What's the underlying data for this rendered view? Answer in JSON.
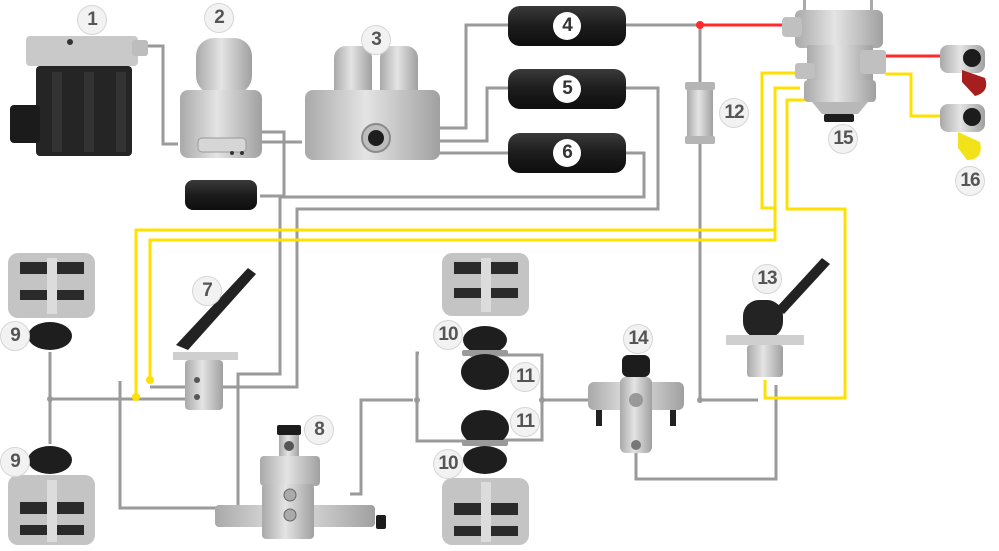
{
  "title": "Truck air brake system diagram",
  "colors": {
    "supply_line": "#9a9a9a",
    "trailer_supply_line": "#ff2a2a",
    "trailer_control_line": "#ffe000",
    "component_dark": "#2a2a2a",
    "component_metal": "#c8c8c8",
    "coupling_red": "#a61e1e",
    "coupling_yellow": "#f2e21a"
  },
  "components": [
    {
      "id": "1",
      "name": "Air compressor"
    },
    {
      "id": "2",
      "name": "Air dryer"
    },
    {
      "id": "3",
      "name": "Four-circuit protection valve"
    },
    {
      "id": "4",
      "name": "Air reservoir"
    },
    {
      "id": "5",
      "name": "Air reservoir"
    },
    {
      "id": "6",
      "name": "Air reservoir"
    },
    {
      "id": "7",
      "name": "Foot brake valve"
    },
    {
      "id": "8",
      "name": "Load sensing valve"
    },
    {
      "id": "9",
      "name": "Brake chamber"
    },
    {
      "id": "9b",
      "name": "Brake chamber"
    },
    {
      "id": "10",
      "name": "Spring brake chamber"
    },
    {
      "id": "10b",
      "name": "Spring brake chamber"
    },
    {
      "id": "11",
      "name": "Spring brake chamber"
    },
    {
      "id": "11b",
      "name": "Spring brake chamber"
    },
    {
      "id": "12",
      "name": "Line filter"
    },
    {
      "id": "13",
      "name": "Hand brake valve"
    },
    {
      "id": "14",
      "name": "Relay valve"
    },
    {
      "id": "15",
      "name": "Trailer control valve"
    },
    {
      "id": "16",
      "name": "Coupling heads"
    }
  ],
  "labels": {
    "c1": "1",
    "c2": "2",
    "c3": "3",
    "c4": "4",
    "c5": "5",
    "c6": "6",
    "c7": "7",
    "c8": "8",
    "c9a": "9",
    "c9b": "9",
    "c10a": "10",
    "c10b": "10",
    "c11a": "11",
    "c11b": "11",
    "c12": "12",
    "c13": "13",
    "c14": "14",
    "c15": "15",
    "c16": "16"
  }
}
